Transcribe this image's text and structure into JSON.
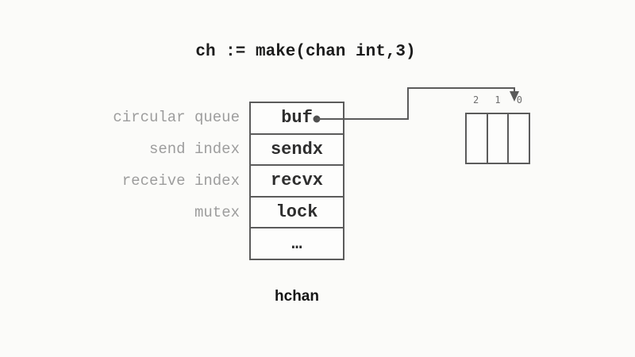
{
  "title": "ch := make(chan int,3)",
  "diagram": {
    "struct": {
      "caption": "hchan",
      "rows": [
        {
          "label": "circular queue",
          "field": "buf"
        },
        {
          "label": "send index",
          "field": "sendx"
        },
        {
          "label": "receive index",
          "field": "recvx"
        },
        {
          "label": "mutex",
          "field": "lock"
        },
        {
          "label": "",
          "field": "…"
        }
      ]
    },
    "buffer": {
      "slot_count": 3,
      "slot_labels": [
        "2",
        "1",
        "0"
      ]
    },
    "pointer": {
      "from_field": "buf",
      "to_slot": "0"
    }
  },
  "colors": {
    "background": "#fbfbf9",
    "border": "#5b5b5b",
    "struct_text": "#2e2e2e",
    "label_gray": "#9d9d9d",
    "title_text": "#1c1c1c",
    "arrow": "#5b5b5b"
  }
}
